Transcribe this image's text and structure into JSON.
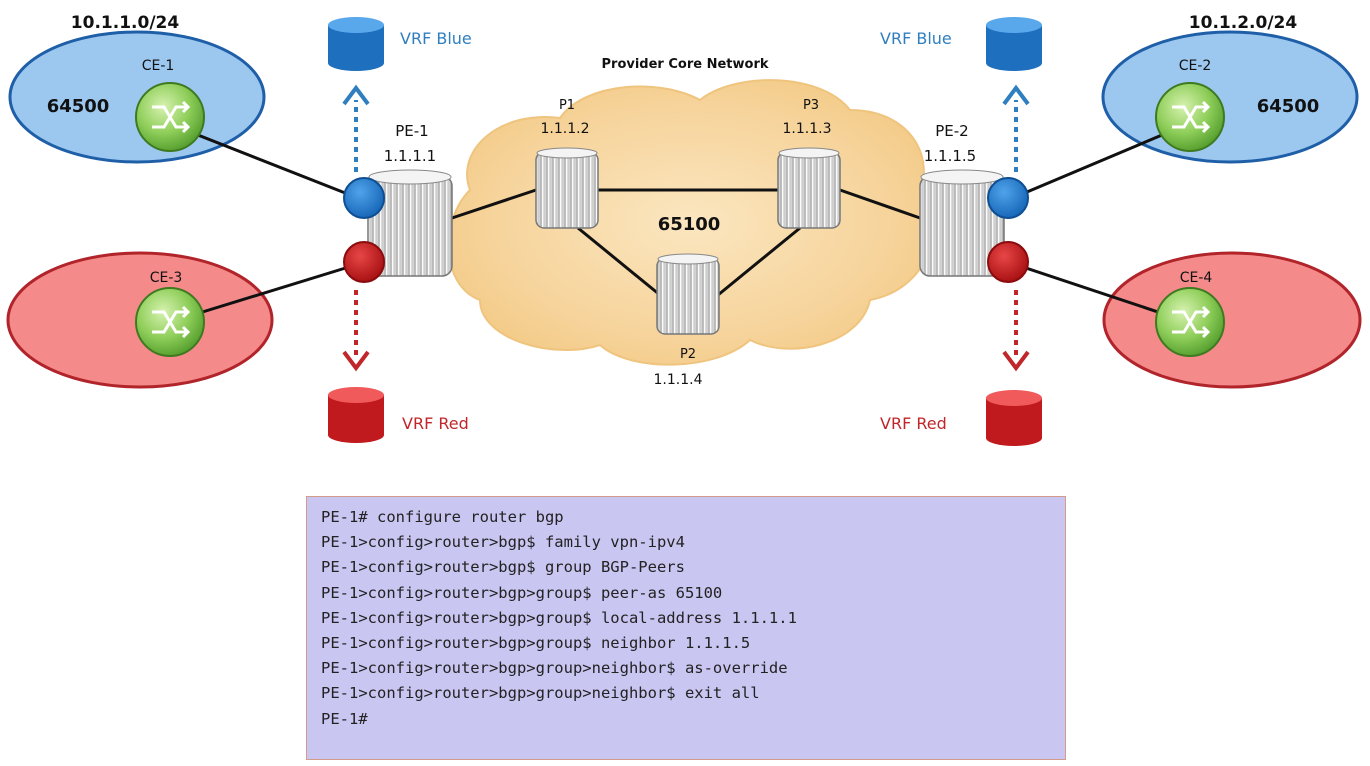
{
  "subnets": {
    "left": "10.1.1.0/24",
    "right": "10.1.2.0/24"
  },
  "core_title": "Provider Core Network",
  "core_as": "65100",
  "customer_as": {
    "ce1": "64500",
    "ce2": "64500"
  },
  "vrfs": {
    "blue_left": "VRF Blue",
    "blue_right": "VRF Blue",
    "red_left": "VRF Red",
    "red_right": "VRF Red"
  },
  "customer_edges": {
    "ce1": "CE-1",
    "ce2": "CE-2",
    "ce3": "CE-3",
    "ce4": "CE-4"
  },
  "provider_edges": {
    "pe1": {
      "name": "PE-1",
      "ip": "1.1.1.1"
    },
    "pe2": {
      "name": "PE-2",
      "ip": "1.1.1.5"
    }
  },
  "provider_routers": {
    "p1": {
      "name": "P1",
      "ip": "1.1.1.2"
    },
    "p2": {
      "name": "P2",
      "ip": "1.1.1.4"
    },
    "p3": {
      "name": "P3",
      "ip": "1.1.1.3"
    }
  },
  "colors": {
    "vrf_blue": "#2f7fc0",
    "vrf_red": "#c0262a",
    "blue_site": "#9cc8f0",
    "red_site": "#f58a8a",
    "cloud": "#f6d39a",
    "cli_background": "#c9c6f2"
  },
  "cli": [
    "PE-1# configure router bgp",
    "PE-1>config>router>bgp$ family vpn-ipv4",
    "PE-1>config>router>bgp$ group BGP-Peers",
    "PE-1>config>router>bgp>group$ peer-as 65100",
    "PE-1>config>router>bgp>group$ local-address 1.1.1.1",
    "PE-1>config>router>bgp>group$ neighbor 1.1.1.5",
    "PE-1>config>router>bgp>group>neighbor$ as-override",
    "PE-1>config>router>bgp>group>neighbor$ exit all",
    "PE-1#"
  ]
}
